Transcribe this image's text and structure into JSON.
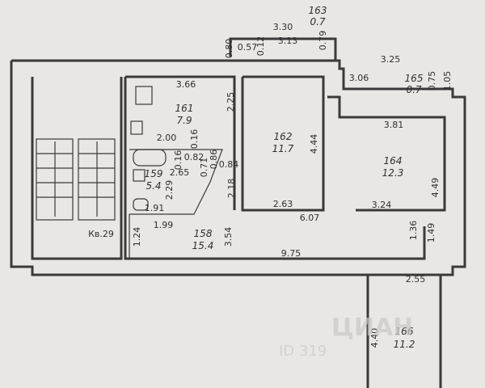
{
  "apartment_label": "Кв.29",
  "watermark": "ЦИАН",
  "watermark_id": "ID 319",
  "rooms": [
    {
      "id": "room-161",
      "number": "161",
      "area": "7.9"
    },
    {
      "id": "room-162",
      "number": "162",
      "area": "11.7"
    },
    {
      "id": "room-163",
      "number": "163",
      "area": "0.7"
    },
    {
      "id": "room-164",
      "number": "164",
      "area": "12.3"
    },
    {
      "id": "room-165",
      "number": "165",
      "area": "0.7"
    },
    {
      "id": "room-166",
      "number": "166",
      "area": "11.2"
    },
    {
      "id": "room-158",
      "number": "158",
      "area": "15.4"
    },
    {
      "id": "room-159",
      "number": "159",
      "area": "5.4"
    }
  ],
  "dimensions": [
    "3.30",
    "3.13",
    "0.80",
    "0.57",
    "0.12",
    "0.79",
    "3.25",
    "3.06",
    "0.75",
    "1.05",
    "3.66",
    "2.25",
    "2.00",
    "0.16",
    "4.44",
    "3.81",
    "0.82",
    "0.16",
    "0.86",
    "0.84",
    "0.71",
    "2.65",
    "2.29",
    "2.18",
    "4.49",
    "2.63",
    "1.91",
    "6.07",
    "3.24",
    "1.99",
    "1.24",
    "3.54",
    "1.36",
    "1.49",
    "9.75",
    "2.55",
    "4.40"
  ]
}
